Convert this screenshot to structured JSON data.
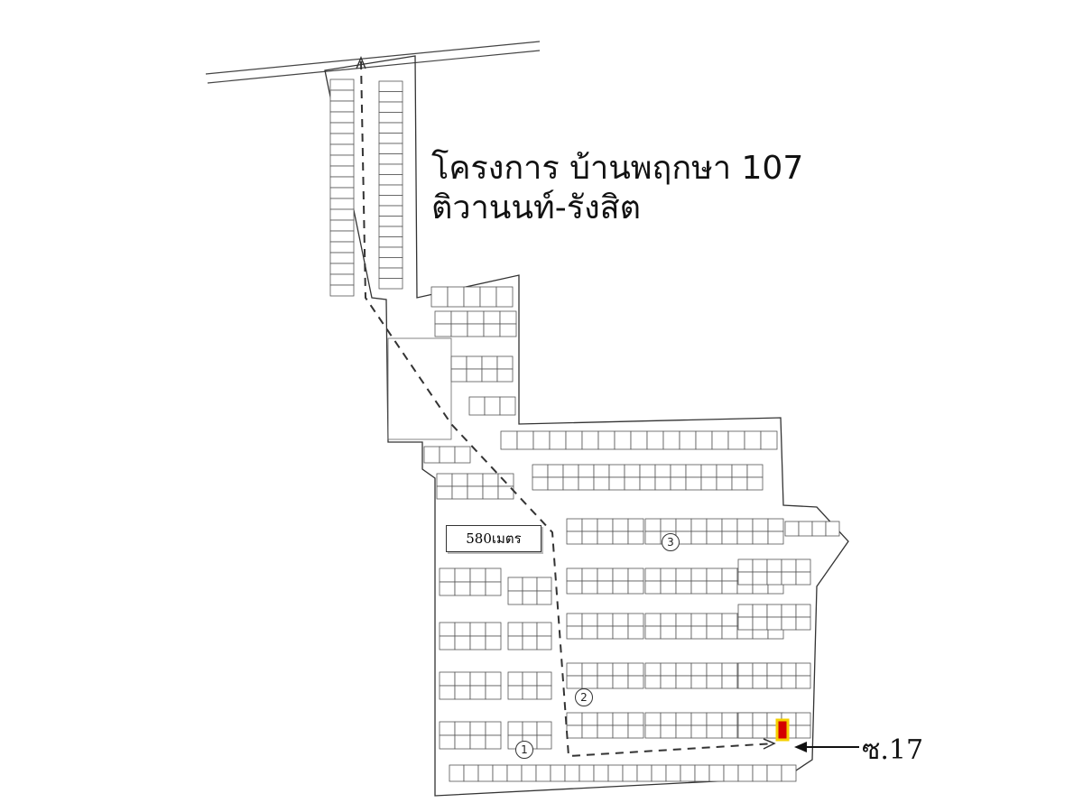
{
  "project": {
    "title_line1": "โครงการ บ้านพฤกษา 107",
    "title_line2": "ติวานนท์-รังสิต"
  },
  "distance_label": "580เมตร",
  "zone_markers": [
    "1",
    "2",
    "3"
  ],
  "highlight": {
    "label": "ซ.17",
    "fill_color": "#d40000",
    "border_color": "#f5d000"
  }
}
